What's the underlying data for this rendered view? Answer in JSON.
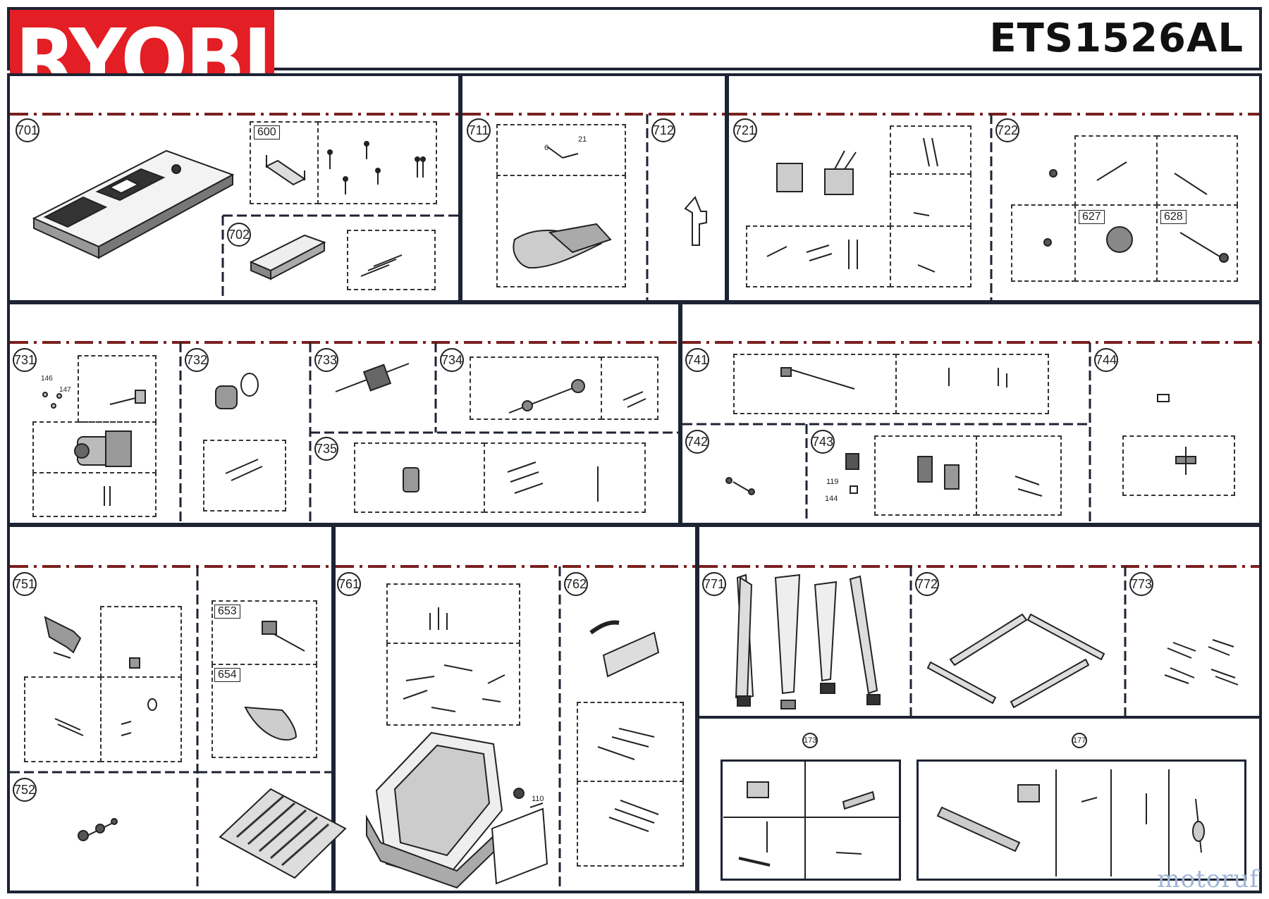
{
  "header": {
    "brand": "RYOBI",
    "model": "ETS1526AL"
  },
  "callouts": {
    "c701": "701",
    "c702": "702",
    "c711": "711",
    "c712": "712",
    "c721": "721",
    "c722": "722",
    "c731": "731",
    "c732": "732",
    "c733": "733",
    "c734": "734",
    "c735": "735",
    "c741": "741",
    "c742": "742",
    "c743": "743",
    "c744": "744",
    "c751": "751",
    "c752": "752",
    "c761": "761",
    "c762": "762",
    "c771": "771",
    "c772": "772",
    "c773": "773",
    "c173": "173",
    "c177": "177"
  },
  "refs": {
    "r600": "600",
    "r627": "627",
    "r628": "628",
    "r653": "653",
    "r654": "654"
  },
  "labels": {
    "l6": "6",
    "l21": "21",
    "l146": "146",
    "l147": "147",
    "l119": "119",
    "l144": "144",
    "l110": "110"
  },
  "watermark": "motoruf",
  "colors": {
    "brand_red": "#e31e24",
    "frame": "#1d2333",
    "dash_red": "#7a1f1f",
    "watermark": "#9db4d8"
  }
}
